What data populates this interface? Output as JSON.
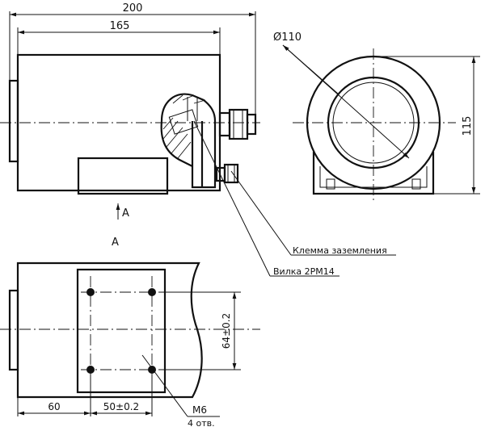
{
  "dimensions": {
    "overall_length": "200",
    "body_length": "165",
    "diameter": "Ø110",
    "height": "115",
    "hole_spacing_vertical": "64±0.2",
    "offset_left": "60",
    "hole_spacing_horizontal": "50±0.2"
  },
  "labels": {
    "view_arrow": "A",
    "view_title": "A",
    "ground_terminal": "Клемма заземления",
    "plug": "Вилка 2РМ14",
    "thread": "М6",
    "hole_count": "4 отв."
  }
}
